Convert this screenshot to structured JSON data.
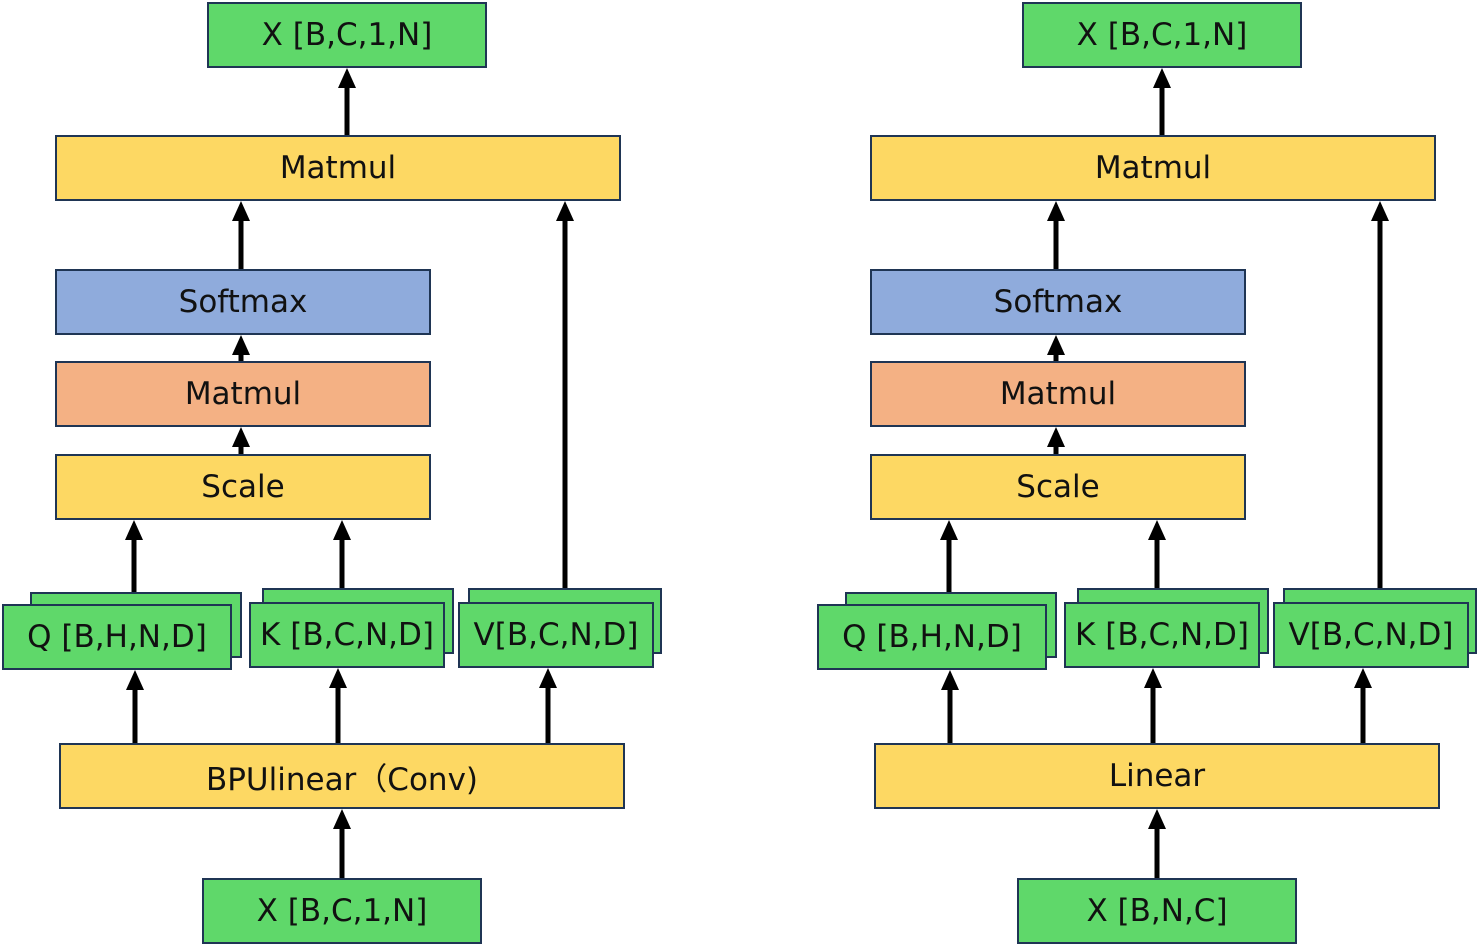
{
  "colors": {
    "green": "#5fd86a",
    "yellow": "#fdd863",
    "blue": "#8fabdc",
    "orange": "#f4b184",
    "border": "#1f3554",
    "arrow": "#000000"
  },
  "left": {
    "output": "X [B,C,1,N]",
    "matmul_top": "Matmul",
    "softmax": "Softmax",
    "matmul_mid": "Matmul",
    "scale": "Scale",
    "q": "Q [B,H,N,D]",
    "k": "K [B,C,N,D]",
    "v": "V[B,C,N,D]",
    "projection": "BPUlinear（Conv)",
    "input": "X [B,C,1,N]"
  },
  "right": {
    "output": "X [B,C,1,N]",
    "matmul_top": "Matmul",
    "softmax": "Softmax",
    "matmul_mid": "Matmul",
    "scale": "Scale",
    "q": "Q [B,H,N,D]",
    "k": "K [B,C,N,D]",
    "v": "V[B,C,N,D]",
    "projection": "Linear",
    "input": "X [B,N,C]"
  }
}
